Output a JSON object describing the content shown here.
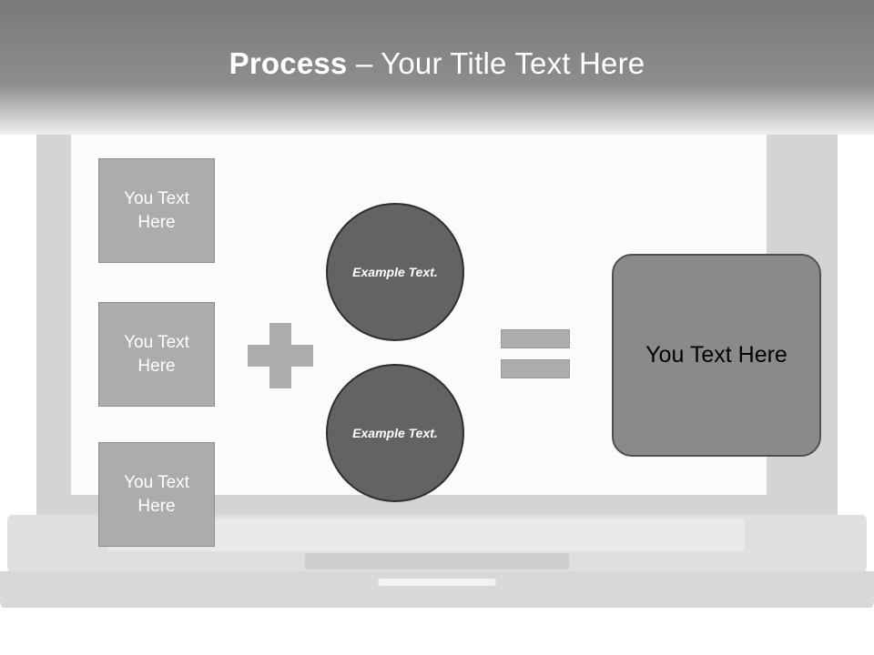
{
  "slide": {
    "title": {
      "bold_part": "Process",
      "rest_part": " – Your Title Text Here"
    },
    "background": {
      "image_name": "laptop-illustration"
    },
    "diagram": {
      "left_boxes": [
        {
          "label": "You Text Here"
        },
        {
          "label": "You Text Here"
        },
        {
          "label": "You Text Here"
        }
      ],
      "operator_plus": "+",
      "circles": [
        {
          "label": "Example Text."
        },
        {
          "label": "Example Text."
        }
      ],
      "operator_equals": "=",
      "result_box": {
        "label": "You Text Here"
      }
    },
    "colors": {
      "title_band_dark": "#7a7a7a",
      "title_text": "#ffffff",
      "left_box_fill": "#acacac",
      "circle_fill": "#636363",
      "operator_fill": "#adadad",
      "result_fill": "#8a8a8a"
    }
  }
}
